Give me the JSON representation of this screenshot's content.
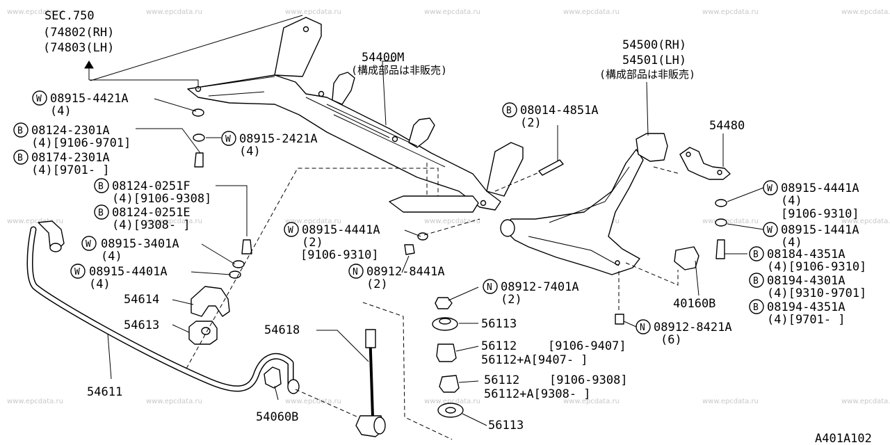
{
  "watermark": "www.epcdata.ru",
  "diagram_code": "A401A102",
  "sec_ref": {
    "line1": "SEC.750",
    "line2": "(74802(RH)",
    "line3": "(74803(LH)"
  },
  "crossmember": {
    "code": "54400M",
    "note": "(構成部品は非販売)"
  },
  "control_arm": {
    "rh": "54500(RH)",
    "lh": "54501(LH)",
    "note": "(構成部品は非販売)"
  },
  "labels": {
    "w_08915_4421a": {
      "prefix": "W",
      "code": "08915-4421A",
      "qty": "(4)"
    },
    "b_08124_2301a": {
      "prefix": "B",
      "code": "08124-2301A",
      "qty": "(4)[9106-9701]"
    },
    "b_08174_2301a": {
      "prefix": "B",
      "code": "08174-2301A",
      "qty": "(4)[9701-    ]"
    },
    "w_08915_2421a": {
      "prefix": "W",
      "code": "08915-2421A",
      "qty": "(4)"
    },
    "b_08124_0251f": {
      "prefix": "B",
      "code": "08124-0251F",
      "qty": "(4)[9106-9308]"
    },
    "b_08124_0251e": {
      "prefix": "B",
      "code": "08124-0251E",
      "qty": "(4)[9308-    ]"
    },
    "w_08915_3401a": {
      "prefix": "W",
      "code": "08915-3401A",
      "qty": "(4)"
    },
    "w_08915_4401a": {
      "prefix": "W",
      "code": "08915-4401A",
      "qty": "(4)"
    },
    "w_08915_4441a_c": {
      "prefix": "W",
      "code": "08915-4441A",
      "qty": "(2)",
      "range": "[9106-9310]"
    },
    "n_08912_8441a": {
      "prefix": "N",
      "code": "08912-8441A",
      "qty": "(2)"
    },
    "b_08014_4851a": {
      "prefix": "B",
      "code": "08014-4851A",
      "qty": "(2)"
    },
    "n_08912_7401a": {
      "prefix": "N",
      "code": "08912-7401A",
      "qty": "(2)"
    },
    "n_08912_8421a": {
      "prefix": "N",
      "code": "08912-8421A",
      "qty": "(6)"
    },
    "w_08915_4441a_r": {
      "prefix": "W",
      "code": "08915-4441A",
      "qty": "(4)",
      "range": "[9106-9310]"
    },
    "w_08915_1441a": {
      "prefix": "W",
      "code": "08915-1441A",
      "qty": "(4)"
    },
    "b_08184_4351a": {
      "prefix": "B",
      "code": "08184-4351A",
      "qty": "(4)[9106-9310]"
    },
    "b_08194_4301a": {
      "prefix": "B",
      "code": "08194-4301A",
      "qty": "(4)[9310-9701]"
    },
    "b_08194_4351a": {
      "prefix": "B",
      "code": "08194-4351A",
      "qty": "(4)[9701-    ]"
    }
  },
  "parts": {
    "p54480": "54480",
    "p54614": "54614",
    "p54613": "54613",
    "p54611": "54611",
    "p54618": "54618",
    "p54060b": "54060B",
    "p40160b": "40160B",
    "p56113_top": "56113",
    "p56113_bot": "56113",
    "p56112_a": {
      "code": "56112",
      "range": "[9106-9407]",
      "alt": "56112+A[9407-    ]"
    },
    "p56112_b": {
      "code": "56112",
      "range": "[9106-9308]",
      "alt": "56112+A[9308-    ]"
    }
  }
}
